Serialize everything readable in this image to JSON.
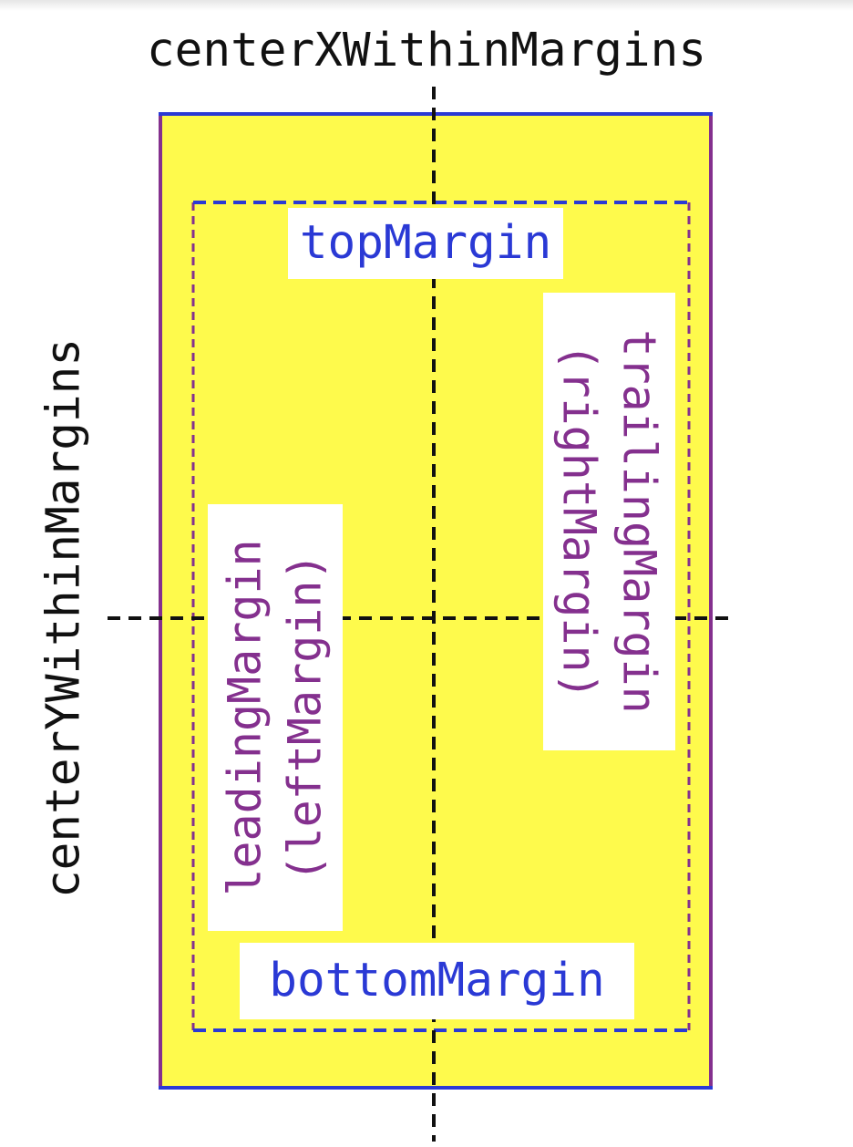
{
  "labels": {
    "center_x": "centerXWithinMargins",
    "center_y": "centerYWithinMargins",
    "top_margin": "topMargin",
    "bottom_margin": "bottomMargin",
    "leading_margin_line1": "leadingMargin",
    "leading_margin_line2": "(leftMargin)",
    "trailing_margin_line1": "trailingMargin",
    "trailing_margin_line2": "(rightMargin)"
  },
  "colors": {
    "fill": "#fefa4c",
    "blue": "#2a39d5",
    "purple": "#84308e",
    "guide": "#111111"
  }
}
